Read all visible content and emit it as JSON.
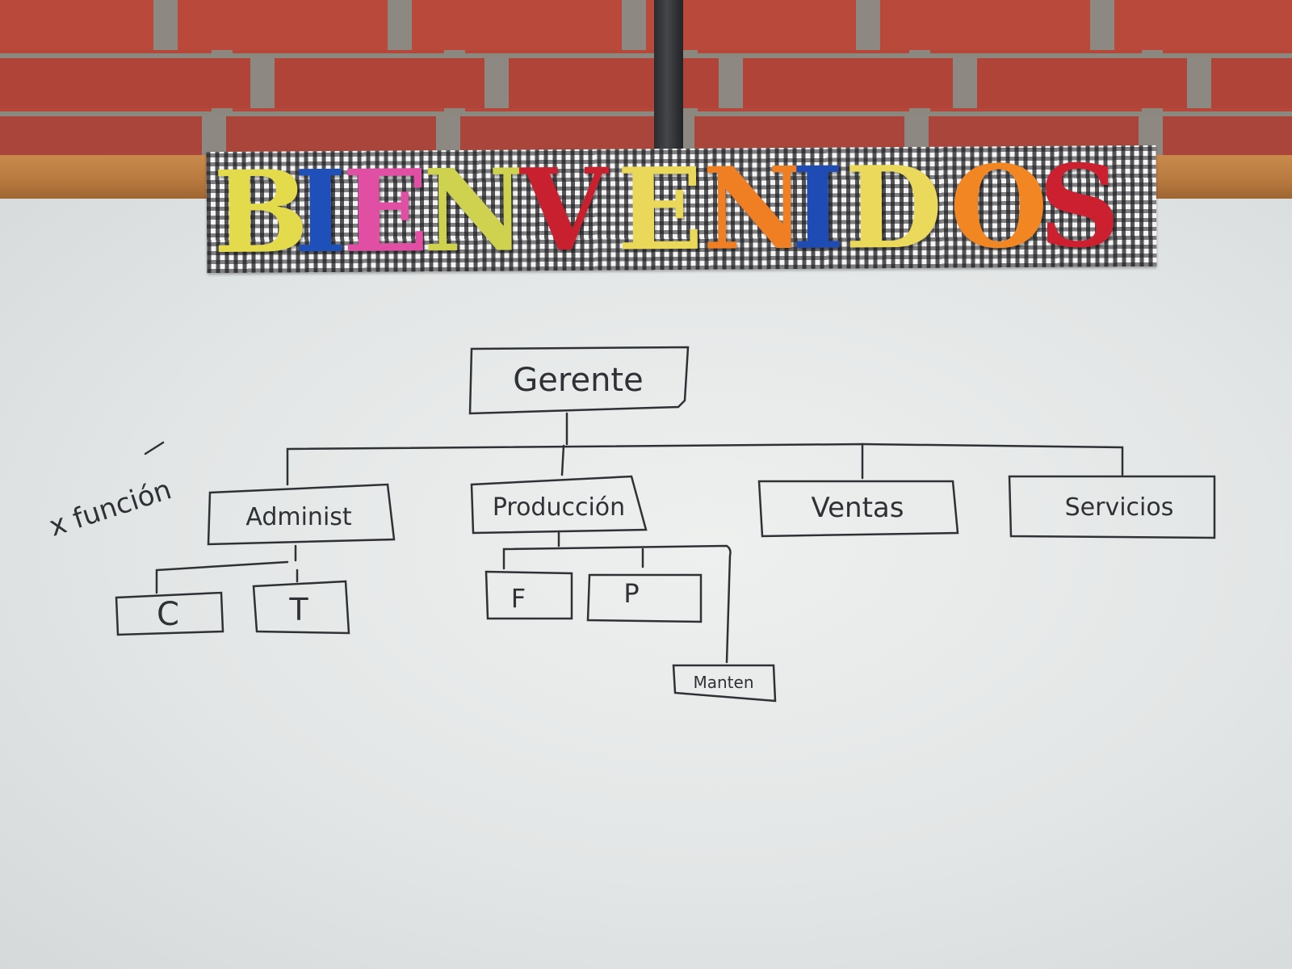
{
  "banner": {
    "letters": [
      {
        "char": "B",
        "color": "#e3da4c"
      },
      {
        "char": "I",
        "color": "#1f4fb8"
      },
      {
        "char": "E",
        "color": "#e04fa4"
      },
      {
        "char": "N",
        "color": "#cfd24e"
      },
      {
        "char": "V",
        "color": "#c8202e"
      },
      {
        "char": "E",
        "color": "#ead85a"
      },
      {
        "char": "N",
        "color": "#f07e22"
      },
      {
        "char": "I",
        "color": "#1e4cb4"
      },
      {
        "char": "D",
        "color": "#ead95a"
      },
      {
        "char": "O",
        "color": "#f28622"
      },
      {
        "char": "S",
        "color": "#cc2030"
      }
    ]
  },
  "board": {
    "side_note": "x función",
    "top": "Gerente",
    "departments": [
      "Administ",
      "Producción",
      "Ventas",
      "Servicios"
    ],
    "admin_children": [
      "C",
      "T"
    ],
    "production_children": [
      "F",
      "P"
    ],
    "production_extra": "Manten",
    "ink": "#2f3135"
  }
}
